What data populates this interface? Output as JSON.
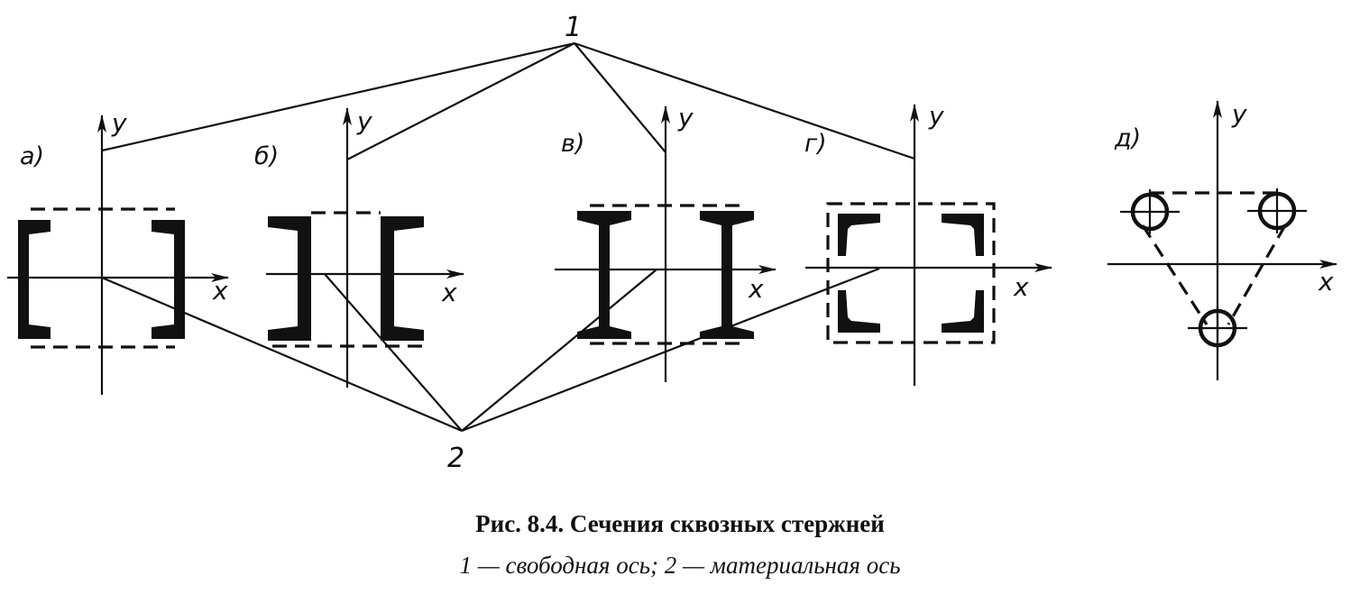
{
  "figure": {
    "caption_title": "Рис. 8.4. Сечения сквозных стержней",
    "caption_subtitle": "1 — свободная ось; 2 — материальная ось",
    "callout_1": "1",
    "callout_2": "2",
    "axis_x": "x",
    "axis_y": "y",
    "panels": [
      {
        "id": "a",
        "label": "а)"
      },
      {
        "id": "b",
        "label": "б)"
      },
      {
        "id": "v",
        "label": "в)"
      },
      {
        "id": "g",
        "label": "г)"
      },
      {
        "id": "d",
        "label": "д)"
      }
    ]
  }
}
